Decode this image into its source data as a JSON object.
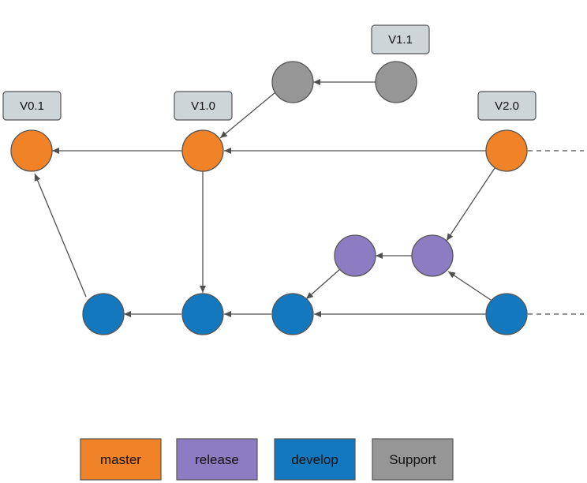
{
  "colors": {
    "master": "#F08228",
    "release": "#8C7DC3",
    "develop": "#1478BE",
    "support": "#969696",
    "tag_fill": "#CDD5D8",
    "edge": "#505050"
  },
  "tags": {
    "v0_1": "V0.1",
    "v1_0": "V1.0",
    "v1_1": "V1.1",
    "v2_0": "V2.0"
  },
  "legend": {
    "master": "master",
    "release": "release",
    "develop": "develop",
    "support": "Support"
  }
}
